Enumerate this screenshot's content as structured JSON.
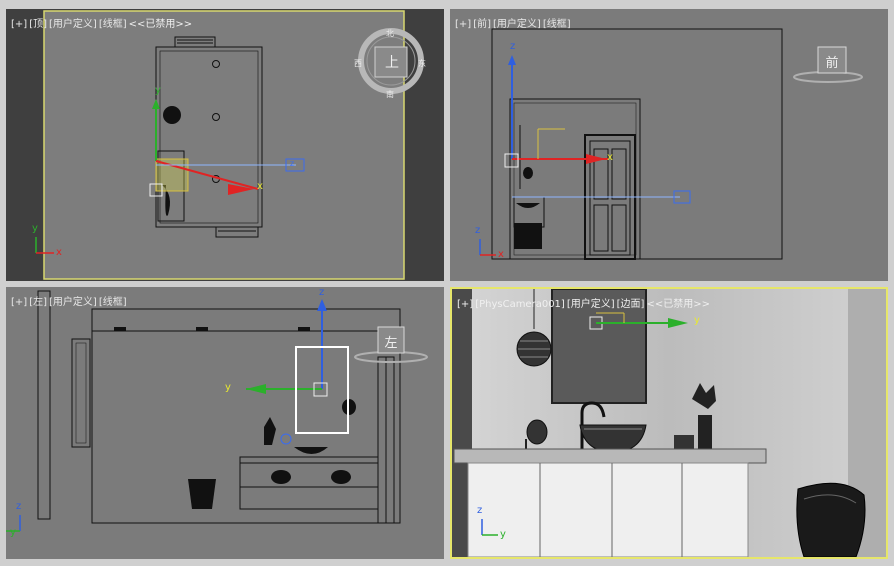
{
  "viewports": {
    "top": {
      "menu_plus": "[+]",
      "view_name": "[顶]",
      "mode": "[用户定义]",
      "shading": "[线框]",
      "disabled": "<<已禁用>>",
      "viewcube_face": "上",
      "compass_n": "北",
      "compass_s": "南",
      "compass_e": "东",
      "compass_w": "西",
      "gizmo_x": "x",
      "gizmo_y": "y",
      "gizmo_z": "z",
      "axis_x": "x",
      "axis_y": "y"
    },
    "front": {
      "menu_plus": "[+]",
      "view_name": "[前]",
      "mode": "[用户定义]",
      "shading": "[线框]",
      "viewcube_face": "前",
      "gizmo_x": "x",
      "gizmo_z": "z",
      "axis_x": "x",
      "axis_z": "z"
    },
    "left": {
      "menu_plus": "[+]",
      "view_name": "[左]",
      "mode": "[用户定义]",
      "shading": "[线框]",
      "viewcube_face": "左",
      "gizmo_y": "y",
      "gizmo_z": "z",
      "axis_y": "y",
      "axis_z": "z"
    },
    "camera": {
      "menu_plus": "[+]",
      "view_name": "[PhysCamera001]",
      "mode": "[用户定义]",
      "shading": "[边面]",
      "disabled": "<<已禁用>>",
      "gizmo_y": "y",
      "axis_y": "y",
      "axis_z": "z"
    }
  },
  "colors": {
    "viewport_bg": "#7b7b7b",
    "camera_bg": "#c9c9c9",
    "active_border": "#e6e66a",
    "wire": "#111111",
    "axis_x": "#e02424",
    "axis_y": "#2bb02b",
    "axis_z": "#2f5fe0",
    "selection": "#ffffff"
  }
}
